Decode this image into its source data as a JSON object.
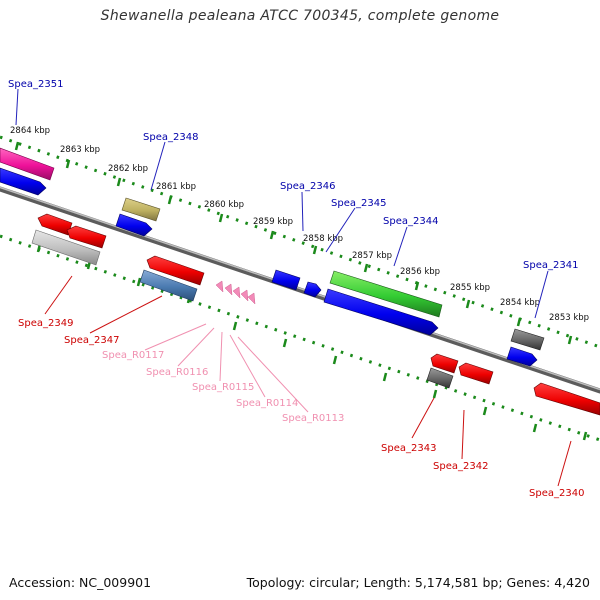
{
  "title": "Shewanella pealeana ATCC 700345, complete genome",
  "footer": {
    "accession": "Accession: NC_009901",
    "topology": "Topology: circular; Length: 5,174,581 bp; Genes: 4,420"
  },
  "kbp_ticks": [
    "2864 kbp",
    "2863 kbp",
    "2862 kbp",
    "2861 kbp",
    "2860 kbp",
    "2859 kbp",
    "2858 kbp",
    "2857 kbp",
    "2856 kbp",
    "2855 kbp",
    "2854 kbp",
    "2853 kbp"
  ],
  "genes": [
    {
      "label": "Spea_2351",
      "color": "#0000aa"
    },
    {
      "label": "Spea_2348",
      "color": "#0000aa"
    },
    {
      "label": "Spea_2346",
      "color": "#0000aa"
    },
    {
      "label": "Spea_2345",
      "color": "#0000aa"
    },
    {
      "label": "Spea_2344",
      "color": "#0000aa"
    },
    {
      "label": "Spea_2341",
      "color": "#0000aa"
    },
    {
      "label": "Spea_2349",
      "color": "#cc0000"
    },
    {
      "label": "Spea_2347",
      "color": "#cc0000"
    },
    {
      "label": "Spea_R0117",
      "color": "#f090b0"
    },
    {
      "label": "Spea_R0116",
      "color": "#f090b0"
    },
    {
      "label": "Spea_R0115",
      "color": "#f090b0"
    },
    {
      "label": "Spea_R0114",
      "color": "#f090b0"
    },
    {
      "label": "Spea_R0113",
      "color": "#f090b0"
    },
    {
      "label": "Spea_2343",
      "color": "#cc0000"
    },
    {
      "label": "Spea_2342",
      "color": "#cc0000"
    },
    {
      "label": "Spea_2340",
      "color": "#cc0000"
    }
  ]
}
